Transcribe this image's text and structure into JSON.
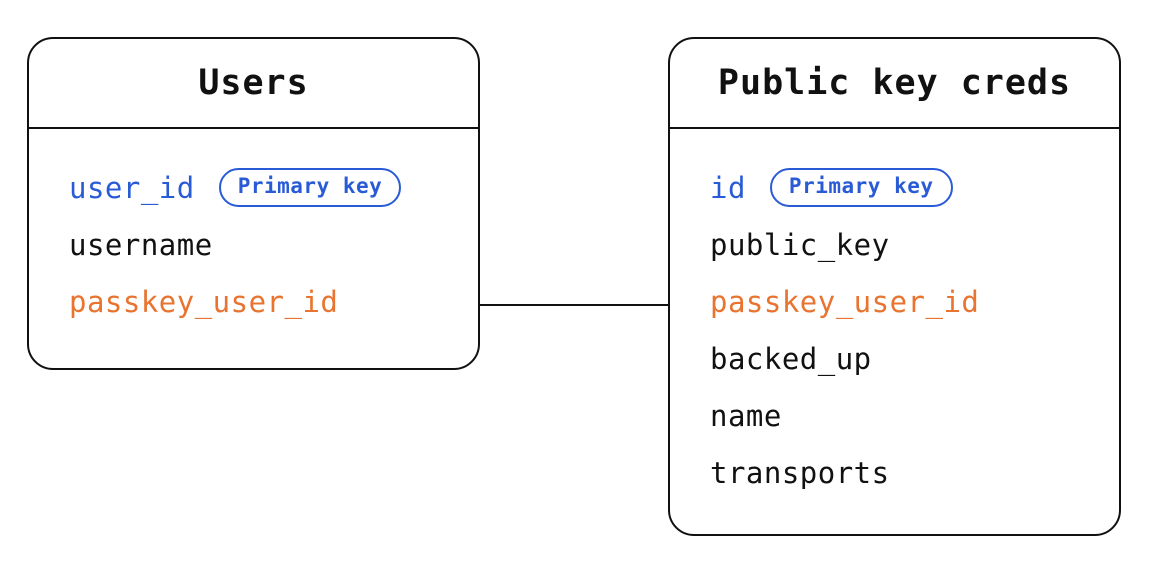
{
  "colors": {
    "ink": "#111111",
    "primary_key_blue": "#2a5bd7",
    "foreign_key_orange": "#e8742f",
    "background": "#ffffff"
  },
  "tables": [
    {
      "title": "Users",
      "fields": [
        {
          "name": "user_id",
          "badge": "Primary key"
        },
        {
          "name": "username"
        },
        {
          "name": "passkey_user_id"
        }
      ]
    },
    {
      "title": "Public key creds",
      "fields": [
        {
          "name": "id",
          "badge": "Primary key"
        },
        {
          "name": "public_key"
        },
        {
          "name": "passkey_user_id"
        },
        {
          "name": "backed_up"
        },
        {
          "name": "name"
        },
        {
          "name": "transports"
        }
      ]
    }
  ],
  "relationship": {
    "from_table": "Users",
    "from_field": "passkey_user_id",
    "to_table": "Public key creds",
    "to_field": "passkey_user_id"
  }
}
